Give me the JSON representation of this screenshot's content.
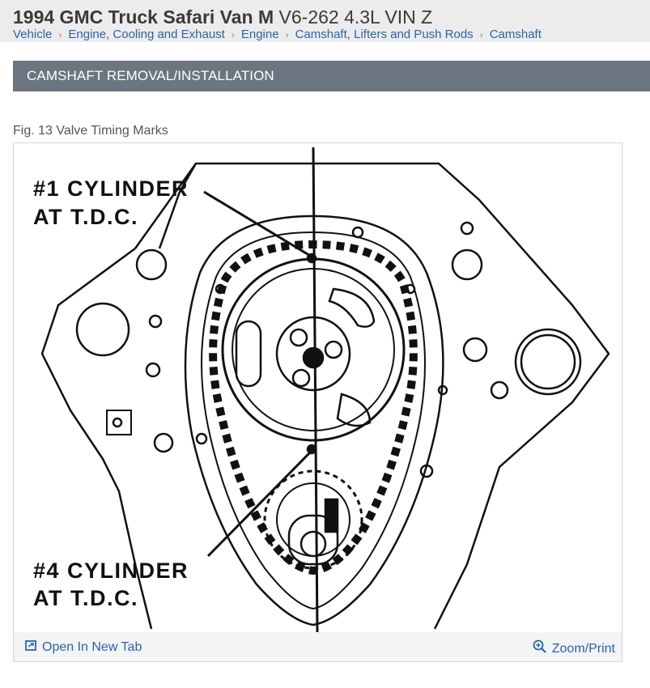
{
  "header": {
    "title_bold": "1994 GMC Truck Safari Van M",
    "title_rest": "V6-262 4.3L VIN Z",
    "breadcrumb": [
      "Vehicle",
      "Engine, Cooling and Exhaust",
      "Engine",
      "Camshaft, Lifters and Push Rods",
      "Camshaft"
    ]
  },
  "section": {
    "title": "CAMSHAFT REMOVAL/INSTALLATION"
  },
  "figure": {
    "caption": "Fig. 13 Valve Timing Marks",
    "label_top_1": "#1 CYLINDER",
    "label_top_2": "AT T.D.C.",
    "label_bottom_1": "#4 CYLINDER",
    "label_bottom_2": "AT T.D.C."
  },
  "footer": {
    "open_tab": "Open In New Tab",
    "zoom_print": "Zoom/Print",
    "open_tab_icon": "open-in-new-tab-icon",
    "zoom_icon": "zoom-in-icon"
  },
  "colors": {
    "section_bar": "#6c7580",
    "link": "#2c63a8",
    "header_bg": "#ececec"
  }
}
